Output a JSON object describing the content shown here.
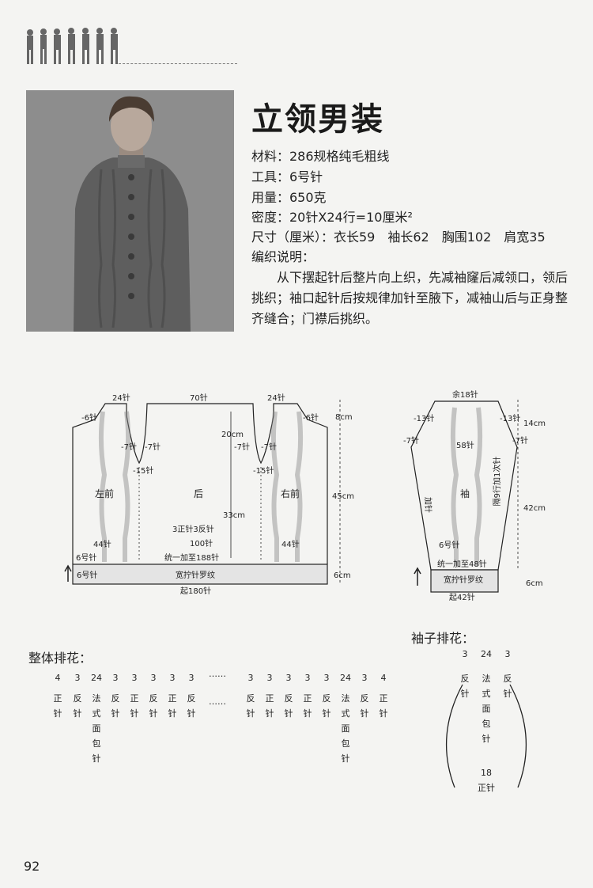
{
  "title": "立领男装",
  "specs": {
    "material": "材料：286规格纯毛粗线",
    "tool": "工具：6号针",
    "amount": "用量：650克",
    "gauge": "密度：20针X24行=10厘米²",
    "size": "尺寸（厘米）：衣长59　袖长62　胸围102　肩宽35",
    "note_heading": "编织说明："
  },
  "description": "从下摆起针后整片向上织，先减袖窿后减领口，领后挑织；袖口起针后按规律加针至腋下，减袖山后与正身整齐缝合；门襟后挑织。",
  "body_diagram": {
    "top_24_left": "24针",
    "top_70": "70针",
    "top_24_right": "24针",
    "minus6_left": "-6针",
    "minus6_right": "-6针",
    "minus7_l1": "-7针",
    "minus7_l2": "-7针",
    "minus7_r1": "-7针",
    "minus7_r2": "-7针",
    "minus15_left": "-15针",
    "minus15_right": "-15针",
    "cm20": "20cm",
    "cm8": "8cm",
    "cm33": "33cm",
    "cm45": "45cm",
    "cm6": "6cm",
    "left_front": "左前",
    "back": "后",
    "right_front": "右前",
    "rib_3_3": "3正针3反针",
    "st100": "100针",
    "unify": "统一加至188针",
    "st44_left": "44针",
    "st44_right": "44针",
    "needle6": "6号针",
    "needle6_b": "6号针",
    "rib_label": "宽拧针罗纹",
    "cast_on": "起180针"
  },
  "sleeve_diagram": {
    "top": "余18针",
    "minus13_l": "-13针",
    "minus13_r": "-13针",
    "minus7_l": "-7针",
    "minus7_r": "-7针",
    "st58": "58针",
    "label": "袖",
    "increase": "加针",
    "inc_rule": "隔9行加1次针",
    "needle6": "6号针",
    "unify": "统一加至48针",
    "rib_label": "宽拧针罗纹",
    "cast_on": "起42针",
    "cm14": "14cm",
    "cm42": "42cm",
    "cm6": "6cm"
  },
  "overall_pattern": {
    "heading": "整体排花：",
    "dots": "……",
    "columns_left": [
      {
        "n": "4",
        "t": "正针"
      },
      {
        "n": "3",
        "t": "反针"
      },
      {
        "n": "24",
        "t": "法式面包针"
      },
      {
        "n": "3",
        "t": "反针"
      },
      {
        "n": "3",
        "t": "正针"
      },
      {
        "n": "3",
        "t": "反针"
      },
      {
        "n": "3",
        "t": "正针"
      },
      {
        "n": "3",
        "t": "反针"
      }
    ],
    "columns_right": [
      {
        "n": "3",
        "t": "反针"
      },
      {
        "n": "3",
        "t": "正针"
      },
      {
        "n": "3",
        "t": "反针"
      },
      {
        "n": "3",
        "t": "正针"
      },
      {
        "n": "3",
        "t": "反针"
      },
      {
        "n": "24",
        "t": "法式面包针"
      },
      {
        "n": "3",
        "t": "反针"
      },
      {
        "n": "4",
        "t": "正针"
      }
    ]
  },
  "sleeve_pattern": {
    "heading": "袖子排花：",
    "columns": [
      {
        "n": "3",
        "t": "反针"
      },
      {
        "n": "24",
        "t": "法式面包针"
      },
      {
        "n": "3",
        "t": "反针"
      }
    ],
    "bottom_n": "18",
    "bottom_t": "正针"
  },
  "page_number": "92"
}
